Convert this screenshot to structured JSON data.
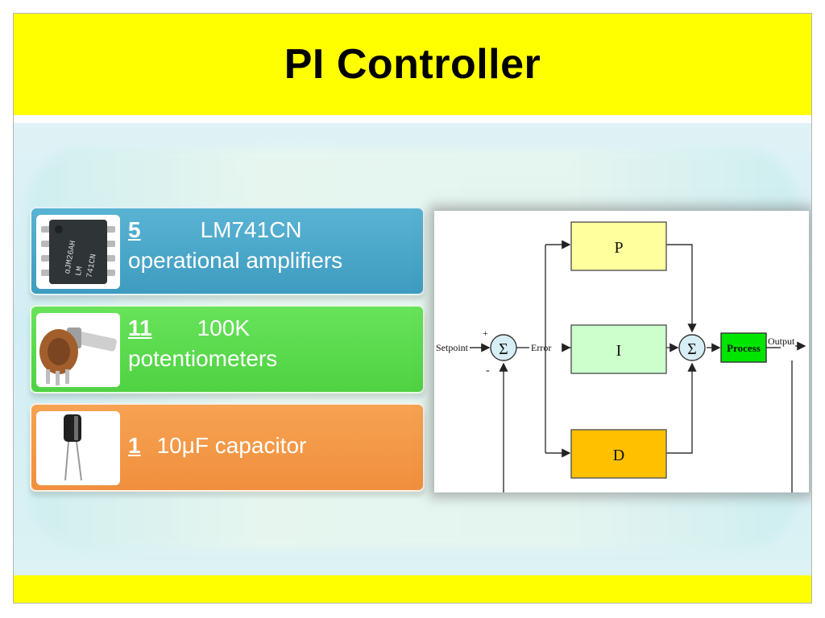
{
  "slide": {
    "title": "PI Controller"
  },
  "components": [
    {
      "quantity": "5",
      "name": "LM741CN",
      "description": "operational amplifiers",
      "image": "ic-chip-icon",
      "color": "#4aa8c9",
      "chip_marking": [
        "ɑJM26AH",
        "LM",
        "741CN"
      ]
    },
    {
      "quantity": "11",
      "name": "100K",
      "description": "potentiometers",
      "image": "potentiometer-icon",
      "color": "#5ddc4e"
    },
    {
      "quantity": "1",
      "name": "10μF capacitor",
      "description": "",
      "image": "capacitor-icon",
      "color": "#f39746"
    }
  ],
  "diagram": {
    "blocks": {
      "p": "P",
      "i": "I",
      "d": "D",
      "process": "Process"
    },
    "sum_symbol": "Σ",
    "labels": {
      "setpoint": "Setpoint",
      "error": "Error",
      "output": "Output",
      "plus": "+",
      "minus": "-"
    },
    "colors": {
      "p": "#ffff9e",
      "i": "#ccffcc",
      "d": "#ffc000",
      "process": "#00e600"
    }
  }
}
